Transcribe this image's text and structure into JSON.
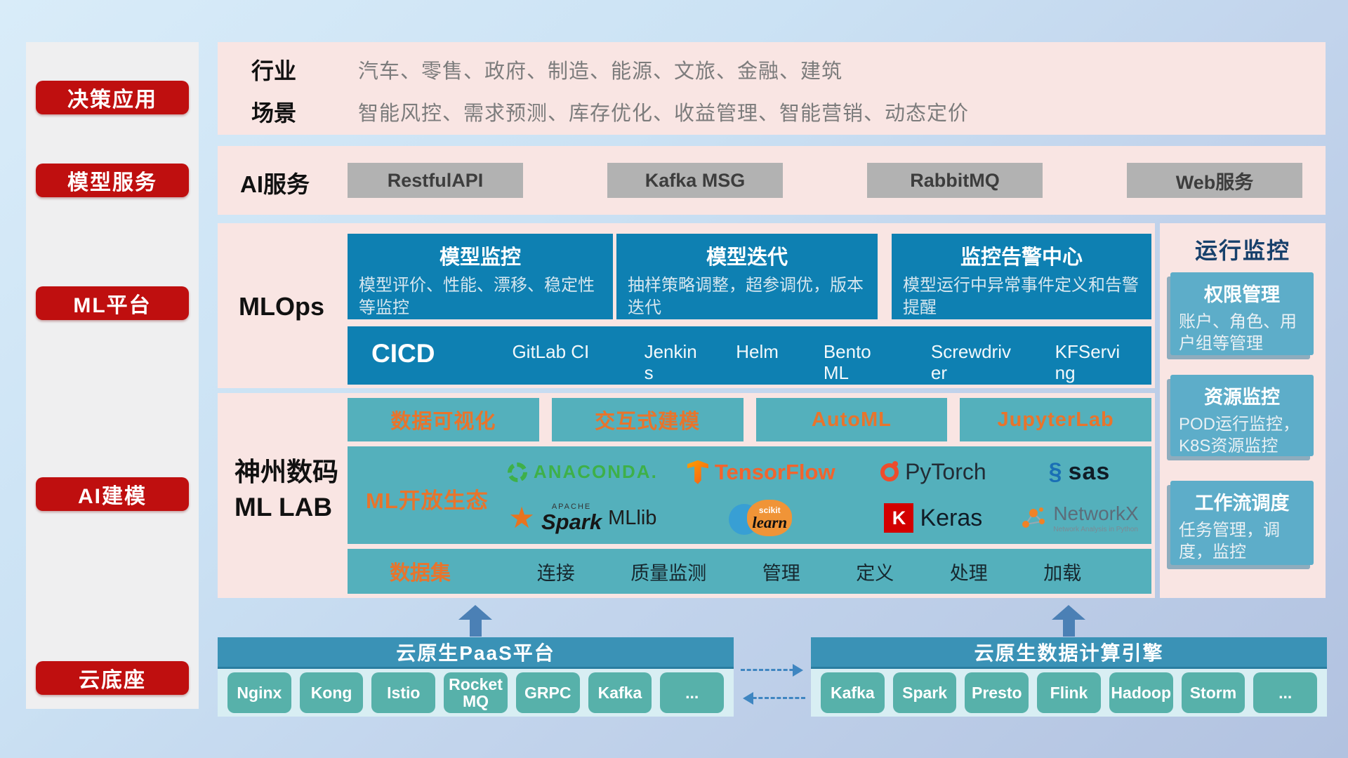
{
  "colors": {
    "red": "#bf0f0f",
    "card_blue": "#0e80b2",
    "teal": "#54b0bc",
    "steel_blue": "#5dadc9",
    "orange": "#e8742c",
    "pink_panel": "#f9e5e3",
    "header_blue": "#3a92b6",
    "chip_teal": "#57b1aa"
  },
  "sidebar": {
    "items": [
      {
        "label": "决策应用"
      },
      {
        "label": "模型服务"
      },
      {
        "label": "ML平台"
      },
      {
        "label": "AI建模"
      },
      {
        "label": "云底座"
      }
    ]
  },
  "industry": {
    "row1_label": "行业",
    "row1_text": "汽车、零售、政府、制造、能源、文旅、金融、建筑",
    "row2_label": "场景",
    "row2_text": "智能风控、需求预测、库存优化、收益管理、智能营销、动态定价"
  },
  "ai_service": {
    "label": "AI服务",
    "buttons": [
      "RestfulAPI",
      "Kafka MSG",
      "RabbitMQ",
      "Web服务"
    ]
  },
  "mlops": {
    "label": "MLOps",
    "cards": [
      {
        "title": "模型监控",
        "body": "模型评价、性能、漂移、稳定性等监控"
      },
      {
        "title": "模型迭代",
        "body": "抽样策略调整，超参调优，版本迭代"
      },
      {
        "title": "监控告警中心",
        "body": "模型运行中异常事件定义和告警提醒"
      }
    ],
    "cicd": {
      "label": "CICD",
      "items": [
        "GitLab CI",
        "Jenkins",
        "Helm",
        "BentoML",
        "Screwdriver",
        "KFServing"
      ]
    }
  },
  "mllab": {
    "label_line1": "神州数码",
    "label_line2": "ML LAB",
    "tools": [
      "数据可视化",
      "交互式建模",
      "AutoML",
      "JupyterLab"
    ],
    "ecosystem": {
      "label": "ML开放生态",
      "logos": [
        {
          "name": "anaconda",
          "text": "ANACONDA."
        },
        {
          "name": "tensorflow",
          "text": "TensorFlow"
        },
        {
          "name": "pytorch",
          "text": "PyTorch"
        },
        {
          "name": "sas",
          "glyph": "§",
          "text": "sas"
        },
        {
          "name": "apache-spark",
          "apache": "APACHE",
          "text": "Spark",
          "suffix": "MLlib"
        },
        {
          "name": "scikit-learn",
          "top": "scikit",
          "text": "learn"
        },
        {
          "name": "keras",
          "letter": "K",
          "text": "Keras"
        },
        {
          "name": "networkx",
          "text": "NetworkX",
          "subtitle": "Network Analysis in Python"
        }
      ]
    },
    "dataset": {
      "label": "数据集",
      "items": [
        "连接",
        "质量监测",
        "管理",
        "定义",
        "处理",
        "加载"
      ]
    }
  },
  "monitoring": {
    "title": "运行监控",
    "cards": [
      {
        "title": "权限管理",
        "body": "账户、角色、用户组等管理"
      },
      {
        "title": "资源监控",
        "body": "POD运行监控，K8S资源监控"
      },
      {
        "title": "工作流调度",
        "body": "任务管理，调度，监控"
      }
    ]
  },
  "foundation": {
    "paas": {
      "title": "云原生PaaS平台",
      "items": [
        "Nginx",
        "Kong",
        "Istio",
        "RocketMQ",
        "GRPC",
        "Kafka",
        "..."
      ]
    },
    "engine": {
      "title": "云原生数据计算引擎",
      "items": [
        "Kafka",
        "Spark",
        "Presto",
        "Flink",
        "Hadoop",
        "Storm",
        "..."
      ]
    }
  }
}
